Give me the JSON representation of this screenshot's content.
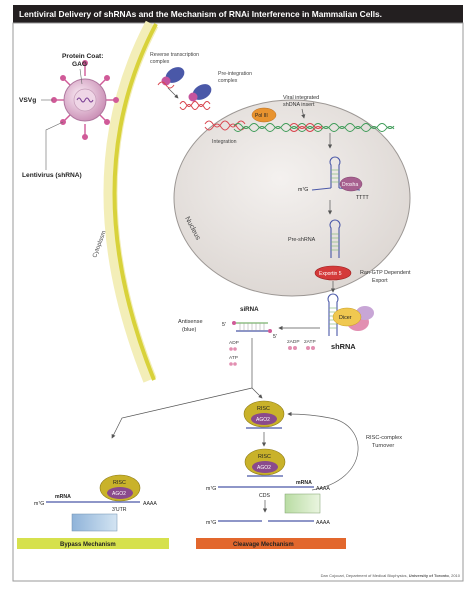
{
  "title": "Lentiviral Delivery of shRNAs and the Mechanism of RNAi Interference in Mammalian Cells.",
  "labels": {
    "protein_coat_line1": "Protein Coat:",
    "protein_coat_line2": "GAG",
    "vsvg": "VSVg",
    "lentivirus": "Lentivirus (shRNA)",
    "cytoplasm": "Cytoplasm",
    "nucleus": "Nucleus",
    "rt_complex_line1": "Reverse transcription",
    "rt_complex_line2": "complex",
    "preint_line1": "Pre-integration",
    "preint_line2": "complex",
    "viral_insert_line1": "Viral integrated",
    "viral_insert_line2": "shDNA insert",
    "pol3": "Pol III",
    "integration": "Integration",
    "drosha": "Drosha",
    "m7g": "m⁷G",
    "tttt": "TTTT",
    "pre_shrna": "Pre-shRNA",
    "exportin5": "Exportin 5",
    "ran_gtp_line1": "Ran-GTP Dependent",
    "ran_gtp_line2": "Export",
    "dicer": "Dicer",
    "shrna": "shRNA",
    "sirna": "siRNA",
    "five_prime": "5'",
    "antisense_line1": "Antisense",
    "antisense_line2": "(blue)",
    "adp": "ADP",
    "atp": "ATP",
    "two_adp": "2ADP",
    "two_atp": "2ATP",
    "risc": "RISC",
    "ago2": "AGO2",
    "risc_turnover_line1": "RISC-complex",
    "risc_turnover_line2": "Turnover",
    "mrna": "mRNA",
    "aaaa": "AAAA",
    "utr": "3'UTR",
    "cds": "CDS",
    "bypass": "Bypass Mechanism",
    "cleavage": "Cleavage Mechanism",
    "credit_author": "Dan Cojocari, Department of Medical Biophysics, ",
    "credit_uni": "University of Toronto",
    "credit_year": ", 2010"
  },
  "colors": {
    "title_bg": "#231f20",
    "membrane": "#d8d23a",
    "nucleus_fill": "#ede9e6",
    "ago2": "#8a4a8c",
    "risc": "#c9b22a",
    "pol3": "#e8932f",
    "drosha": "#a7608f",
    "exportin": "#d43a3a",
    "dicer": "#f0c850",
    "bypass_bar": "#d6e14d",
    "cleavage_bar": "#e2672d",
    "dna_red": "#d8464f",
    "dna_green": "#3f9c59",
    "sense": "#7ab46e",
    "antisense": "#4a58a8"
  }
}
